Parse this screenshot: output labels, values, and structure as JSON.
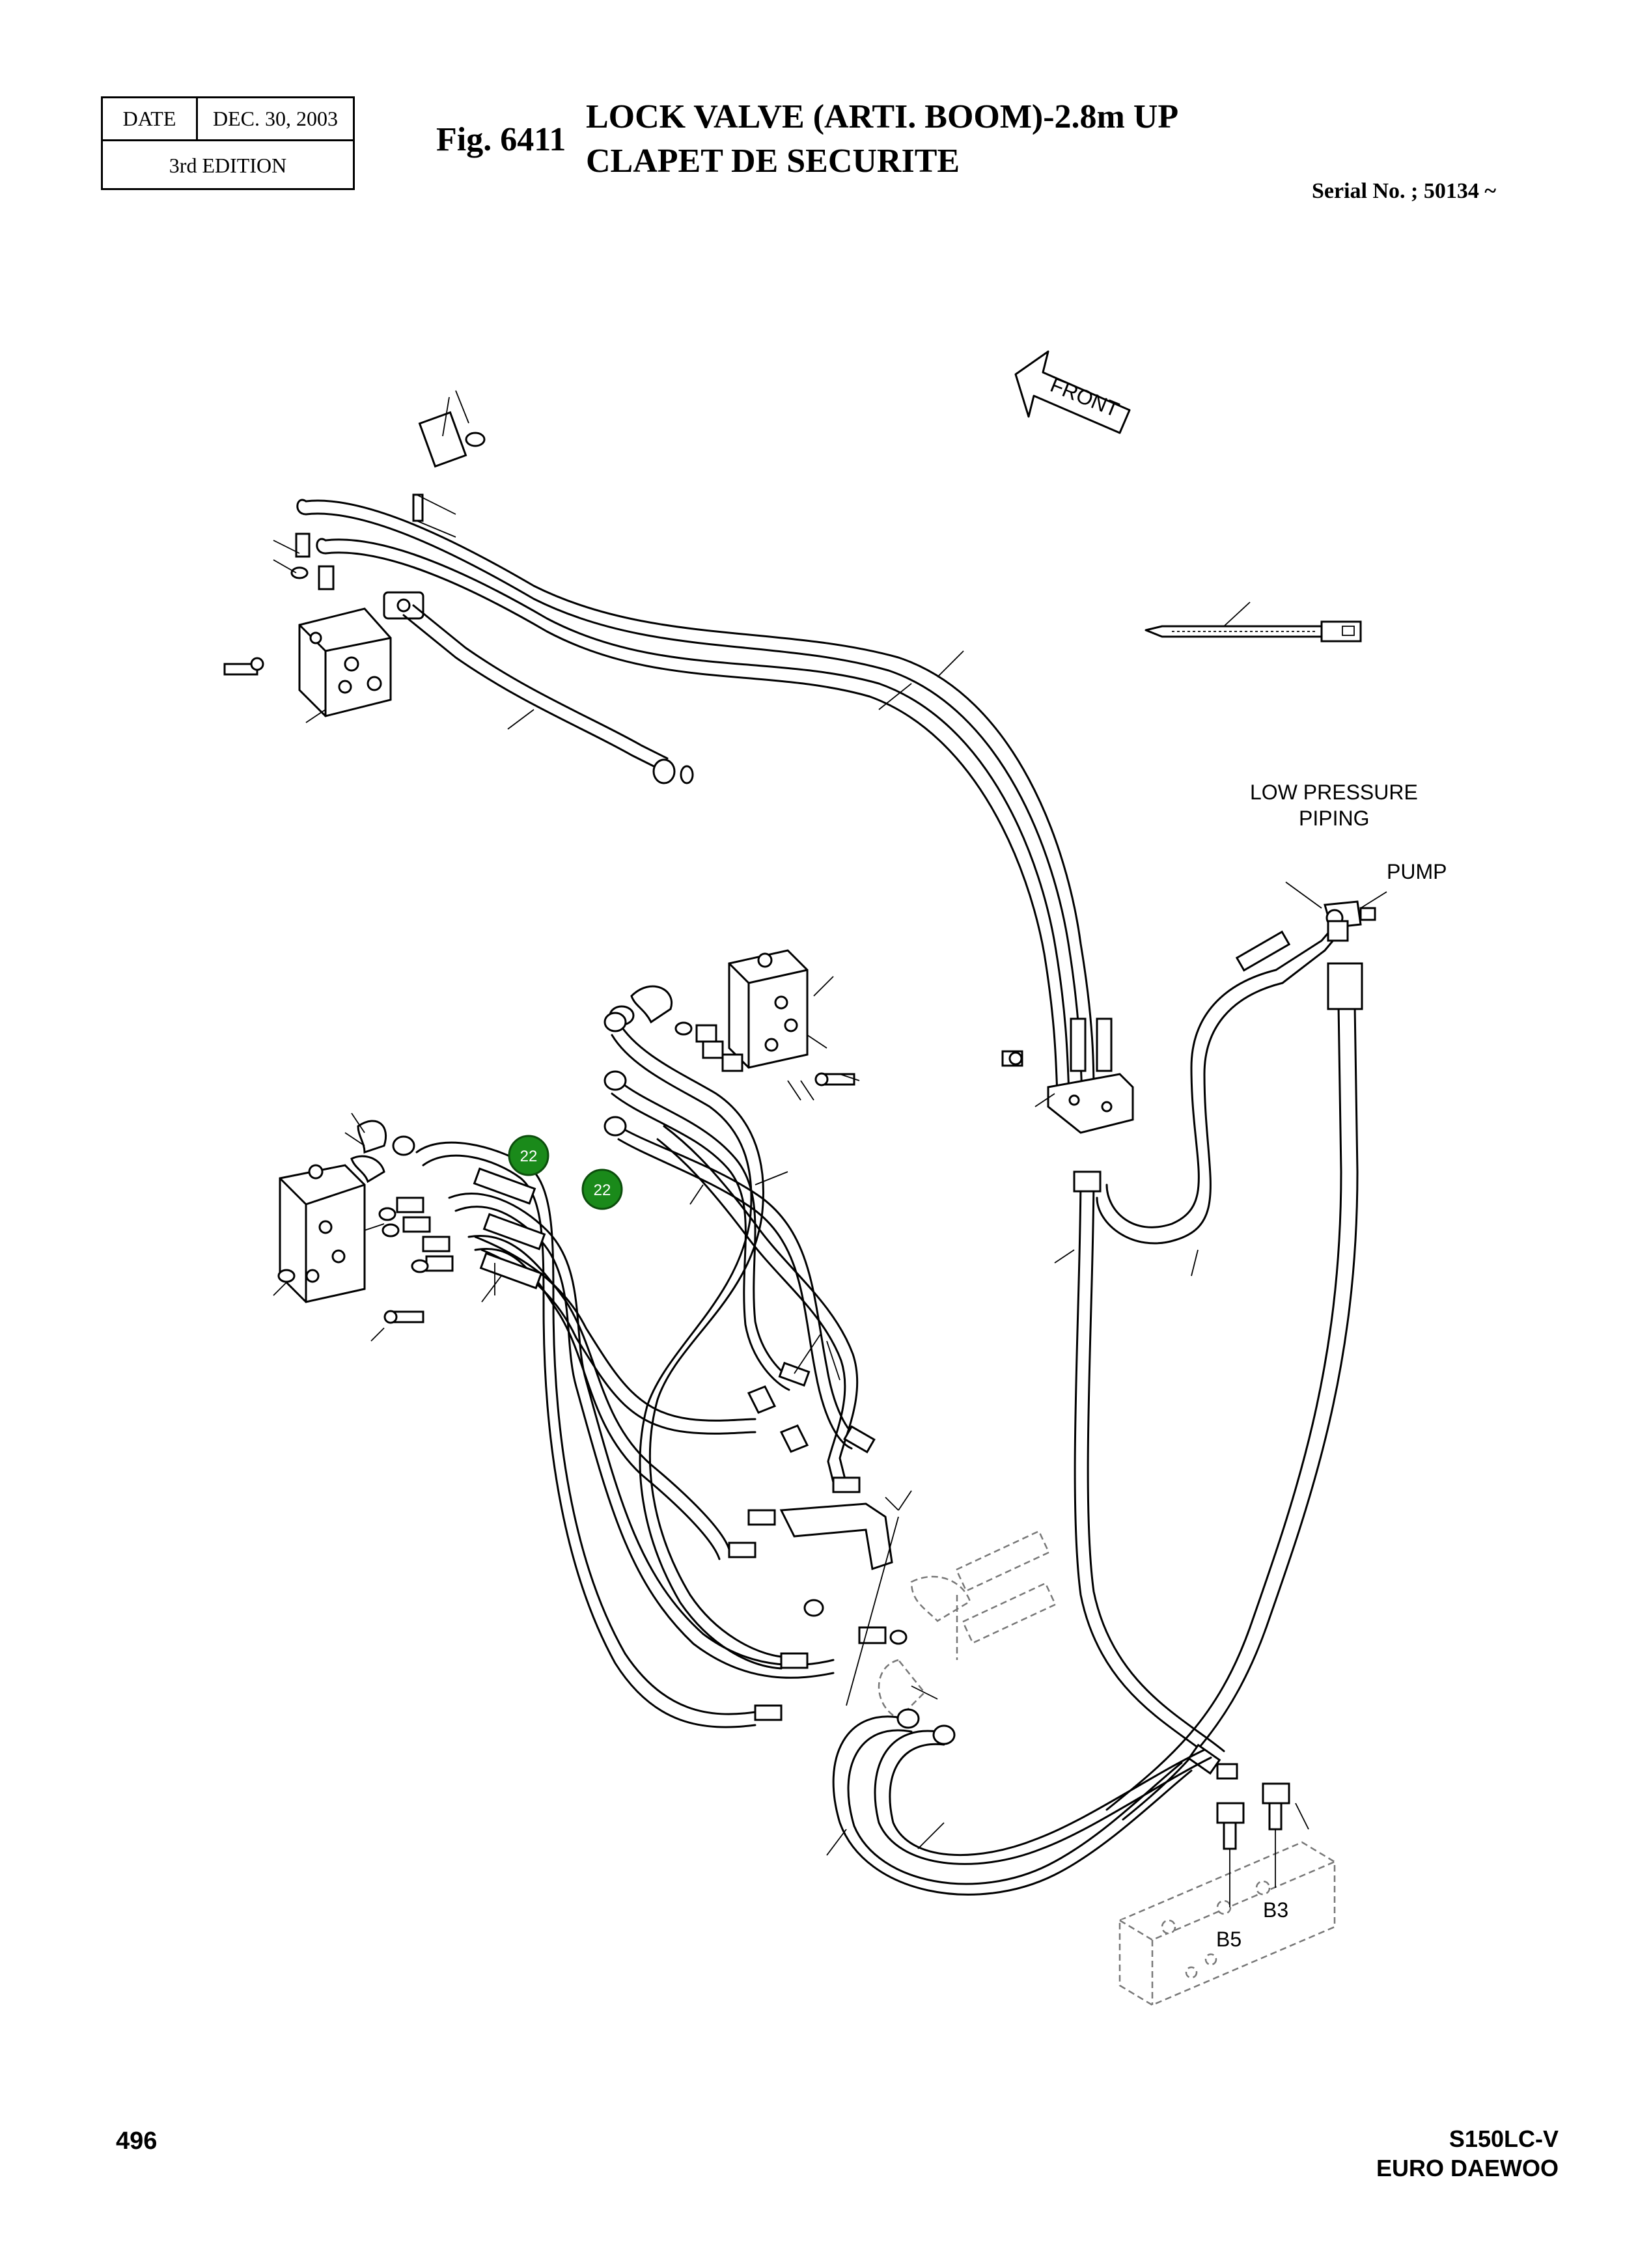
{
  "header": {
    "date_label": "DATE",
    "date_value": "DEC. 30, 2003",
    "edition": "3rd  EDITION",
    "fig_number": "Fig. 6411",
    "title_line1": "LOCK VALVE (ARTI. BOOM)-2.8m UP",
    "title_line2": "CLAPET DE SECURITE",
    "serial": "Serial No. ; 50134 ~"
  },
  "diagram": {
    "front_label": "FRONT",
    "low_pressure_label_line1": "LOW PRESSURE",
    "low_pressure_label_line2": "PIPING",
    "pump_label": "PUMP",
    "port_b5": "B5",
    "port_b3": "B3",
    "badges": [
      "22",
      "22"
    ],
    "badge_color": "#1a8a1a"
  },
  "footer": {
    "page_number": "496",
    "model": "S150LC-V",
    "manufacturer": "EURO DAEWOO"
  }
}
